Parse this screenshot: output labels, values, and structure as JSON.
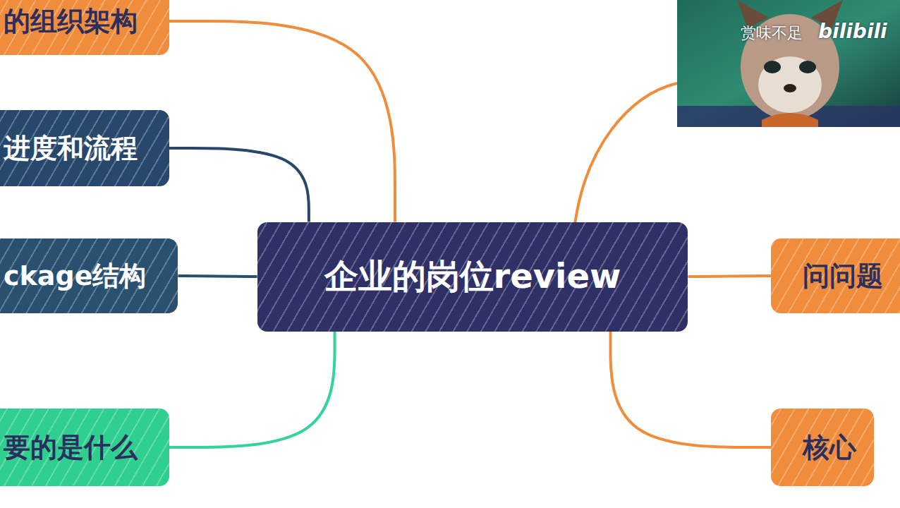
{
  "diagram": {
    "nodes": [
      {
        "text": [
          "企业的岗位review"
        ]
      },
      {
        "text": [
          "的组织架构"
        ]
      },
      {
        "text": [
          "进度和流程"
        ]
      },
      {
        "text": [
          "ckage结构"
        ]
      },
      {
        "text": [
          "要的是什么"
        ]
      },
      {
        "text": [
          "问问题"
        ]
      },
      {
        "text": [
          "核心"
        ]
      }
    ],
    "edges": [
      {
        "from": 0,
        "to": 1,
        "arrow": "none"
      },
      {
        "from": 0,
        "to": 2,
        "arrow": "none"
      },
      {
        "from": 0,
        "to": 3,
        "arrow": "none"
      },
      {
        "from": 0,
        "to": 4,
        "arrow": "none"
      },
      {
        "from": 0,
        "to": 5,
        "arrow": "none"
      },
      {
        "from": 0,
        "to": 6,
        "arrow": "none"
      }
    ],
    "labels": [
      "赏味不足",
      "bilibili"
    ]
  }
}
